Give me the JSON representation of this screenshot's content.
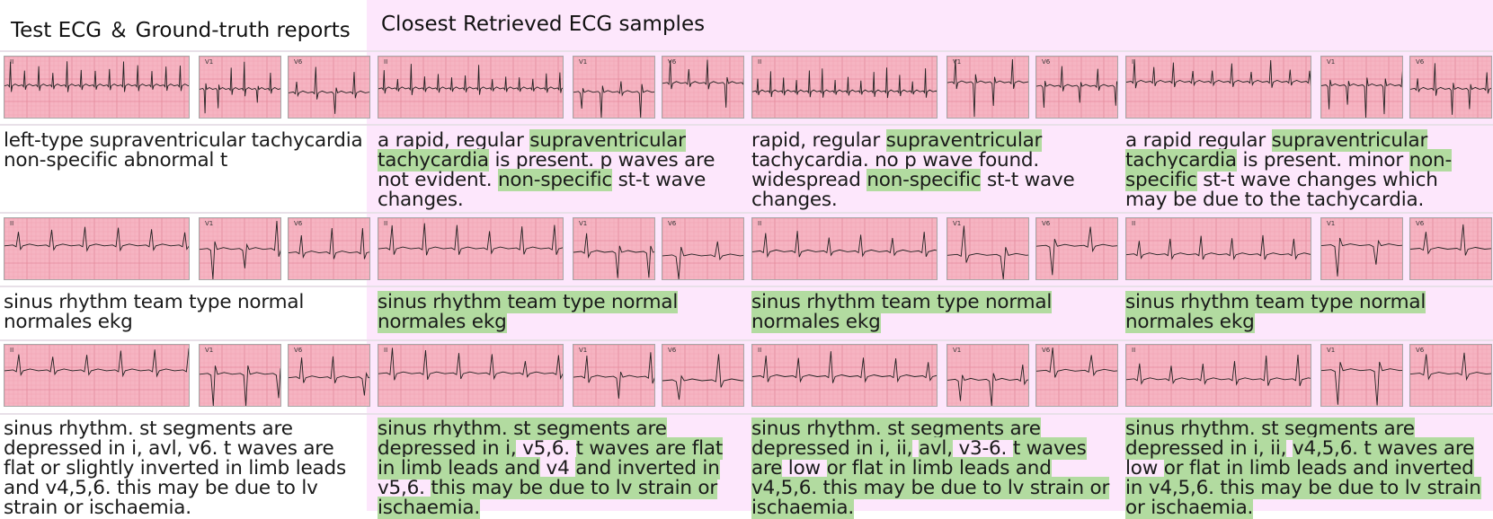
{
  "headers": {
    "test": "Test ECG ＆ Ground-truth reports",
    "retrieved": "Closest Retrieved ECG samples"
  },
  "lead_labels": [
    "II",
    "V1",
    "V6"
  ],
  "rows": [
    {
      "test_report": [
        {
          "t": "left-type supraventricular tachycardia non-specific abnormal t",
          "h": false
        }
      ],
      "retrieved": [
        [
          {
            "t": "a rapid, regular ",
            "h": false
          },
          {
            "t": "supraventricular tachycardia",
            "h": true
          },
          {
            "t": " is present. p waves are not evident. ",
            "h": false
          },
          {
            "t": "non-specific",
            "h": true
          },
          {
            "t": " st-t wave changes.",
            "h": false
          }
        ],
        [
          {
            "t": "rapid, regular ",
            "h": false
          },
          {
            "t": "supraventricular",
            "h": true
          },
          {
            "t": " tachycardia. no p wave found. widespread ",
            "h": false
          },
          {
            "t": "non-specific",
            "h": true
          },
          {
            "t": " st-t wave changes.",
            "h": false
          }
        ],
        [
          {
            "t": "a rapid regular ",
            "h": false
          },
          {
            "t": "supraventricular tachycardia",
            "h": true
          },
          {
            "t": " is present. minor ",
            "h": false
          },
          {
            "t": "non-specific",
            "h": true
          },
          {
            "t": " st-t wave changes which may be due to the tachycardia.",
            "h": false
          }
        ]
      ]
    },
    {
      "test_report": [
        {
          "t": "sinus rhythm team type normal normales ekg",
          "h": false
        }
      ],
      "retrieved": [
        [
          {
            "t": "sinus rhythm team type normal normales ekg",
            "h": true
          }
        ],
        [
          {
            "t": "sinus rhythm team type normal normales ekg",
            "h": true
          }
        ],
        [
          {
            "t": "sinus rhythm team type normal normales ekg",
            "h": true
          }
        ]
      ]
    },
    {
      "test_report": [
        {
          "t": "sinus rhythm. st segments are depressed in i, avl, v6. t waves are flat or slightly inverted in limb leads and v4,5,6. this may be due to lv strain or ischaemia.",
          "h": false
        }
      ],
      "retrieved": [
        [
          {
            "t": "sinus rhythm. st segments are depressed in i,",
            "h": true
          },
          {
            "t": " v5,6. ",
            "h": false
          },
          {
            "t": "t waves are flat in limb leads and",
            "h": true
          },
          {
            "t": " v4 ",
            "h": false
          },
          {
            "t": "and inverted in",
            "h": true
          },
          {
            "t": " v5,6. ",
            "h": false
          },
          {
            "t": "this may be due to lv strain or ischaemia.",
            "h": true
          }
        ],
        [
          {
            "t": "sinus rhythm. st segments are depressed in i, ii,",
            "h": true
          },
          {
            "t": " ",
            "h": false
          },
          {
            "t": "avl,",
            "h": true
          },
          {
            "t": " v3-6. ",
            "h": false
          },
          {
            "t": "t waves are",
            "h": true
          },
          {
            "t": " low ",
            "h": false
          },
          {
            "t": "or flat in limb leads and v4,5,6. this may be due to lv strain or ischaemia.",
            "h": true
          }
        ],
        [
          {
            "t": "sinus rhythm. st segments are depressed in i, ii,",
            "h": true
          },
          {
            "t": " ",
            "h": false
          },
          {
            "t": "v4,5,6. t waves are",
            "h": true
          },
          {
            "t": " low ",
            "h": false
          },
          {
            "t": "or flat in limb leads and inverted in v4,5,6. this may be due to lv strain or ischaemia.",
            "h": true
          }
        ]
      ]
    }
  ]
}
